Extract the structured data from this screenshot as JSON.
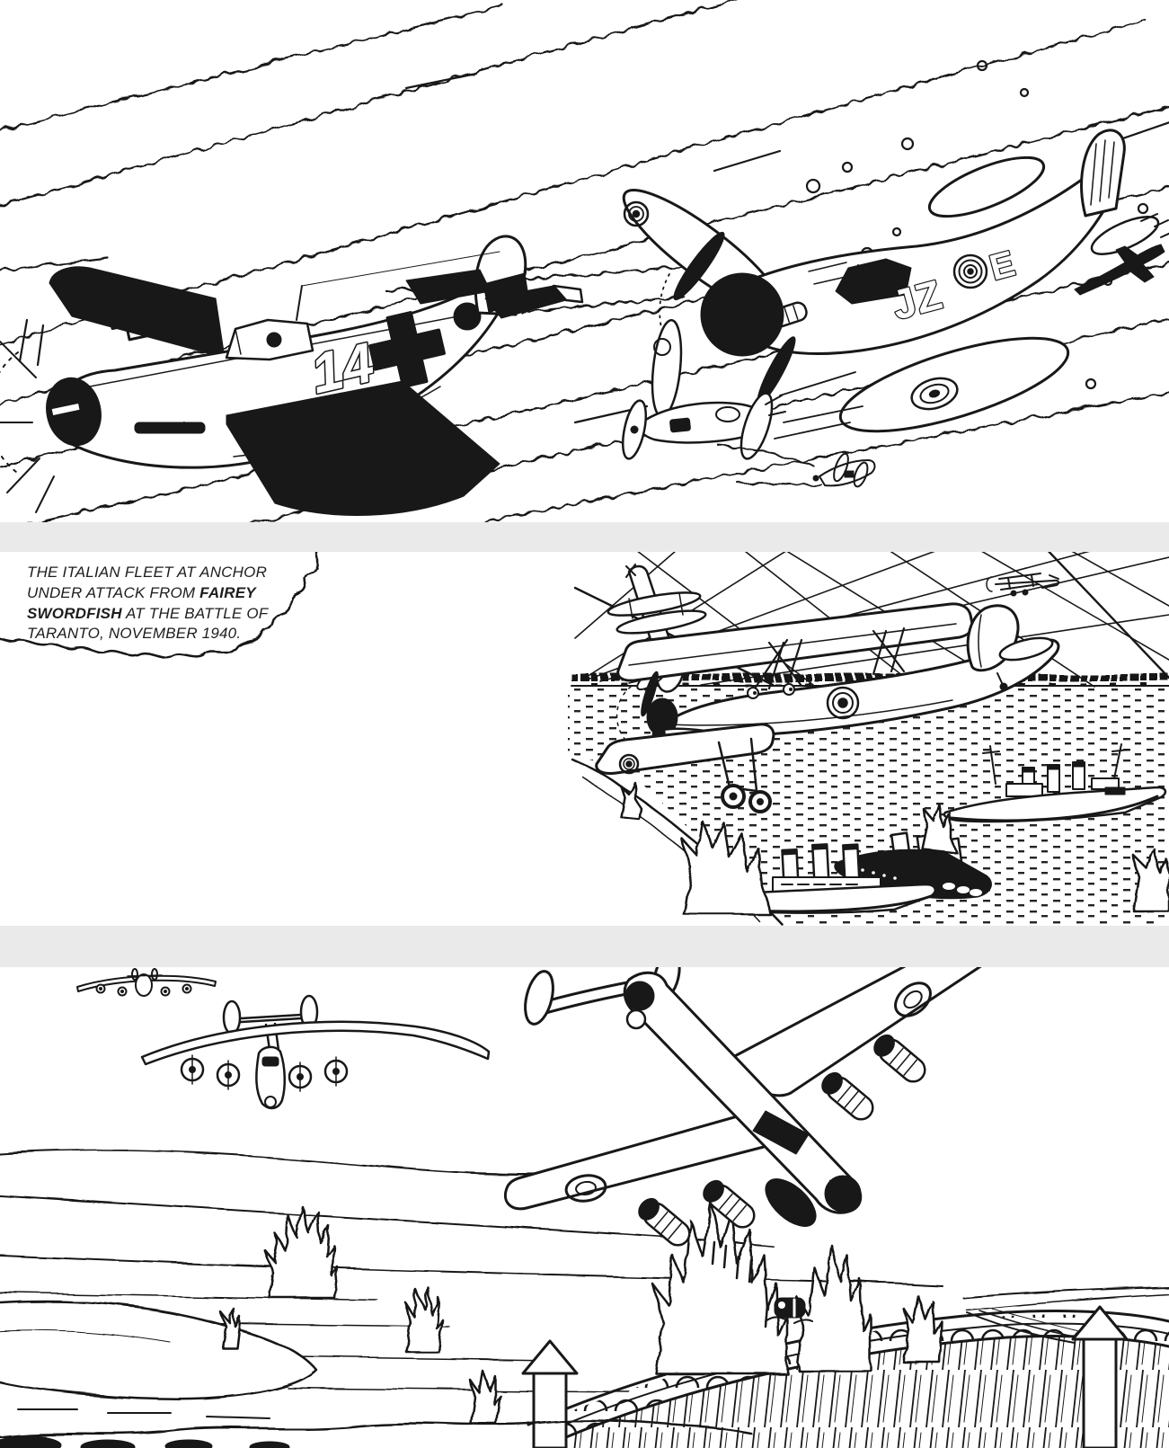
{
  "page": {
    "background": "#ffffff",
    "ink": "#181818",
    "divider_color": "#eaeaea"
  },
  "dogfight_panel": {
    "bf109_number": "14",
    "spitfire_code_left": "JZ",
    "spitfire_code_right": "E"
  },
  "taranto_panel": {
    "caption_part1": "THE ITALIAN FLEET AT ANCHOR UNDER ATTACK FROM ",
    "caption_part2_bold": "FAIREY SWORDFISH",
    "caption_part3": " AT THE BATTLE OF TARANTO, NOVEMBER 1940."
  }
}
